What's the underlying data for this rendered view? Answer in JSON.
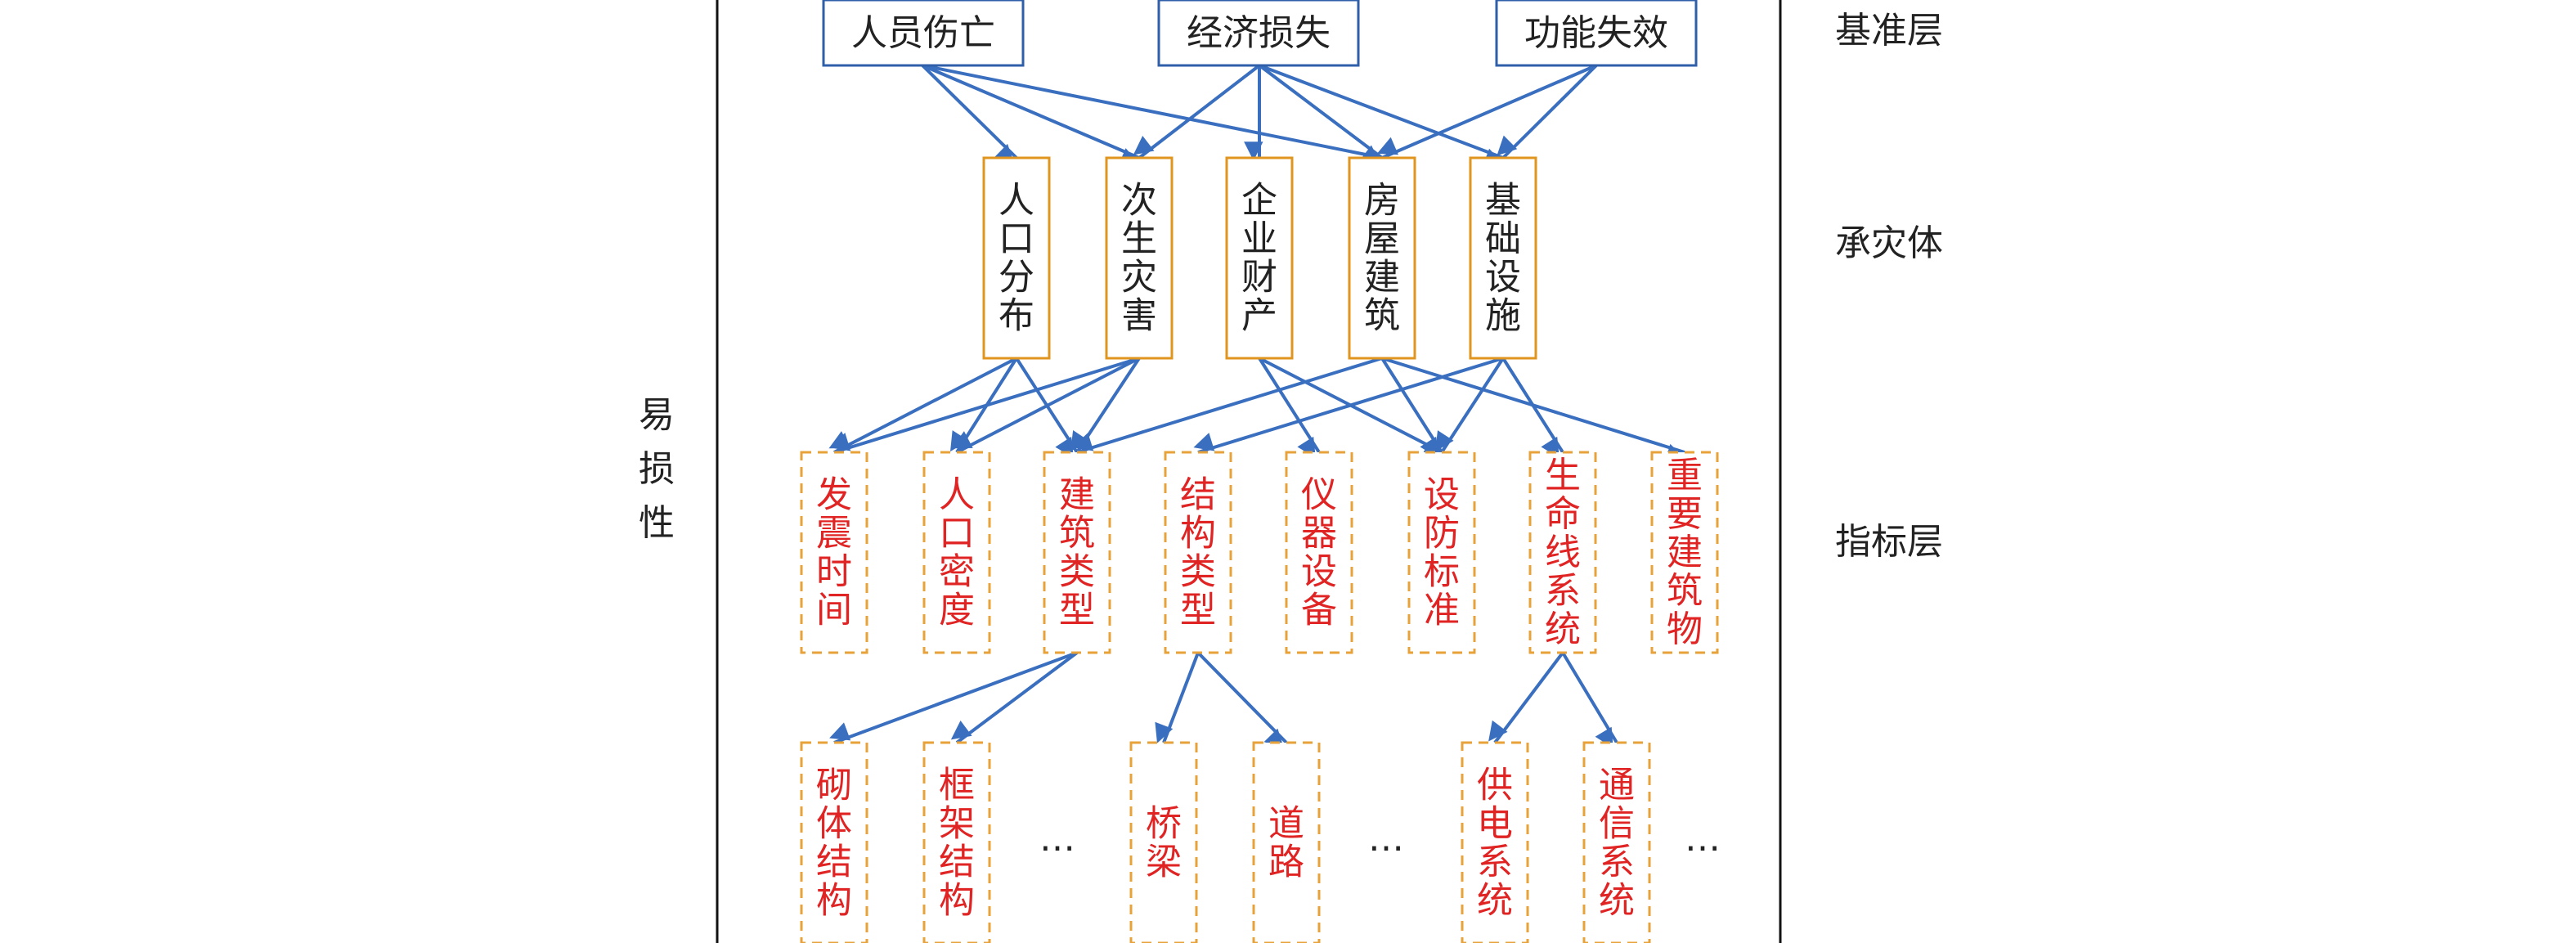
{
  "side_label": "易损性",
  "layers": {
    "criterion": "基准层",
    "carrier": "承灾体",
    "indicator": "指标层"
  },
  "criterion_nodes": [
    "人员伤亡",
    "经济损失",
    "功能失效"
  ],
  "carrier_nodes": [
    "人口分布",
    "次生灾害",
    "企业财产",
    "房屋建筑",
    "基础设施"
  ],
  "indicator_nodes": [
    "发震时间",
    "人口密度",
    "建筑类型",
    "结构类型",
    "仪器设备",
    "设防标准",
    "生命线系统",
    "重要建筑物"
  ],
  "sub_nodes": [
    "砌体结构",
    "框架结构",
    "桥梁",
    "道路",
    "供电系统",
    "通信系统"
  ],
  "ellipsis": "…",
  "colors": {
    "criterion_border": "#2f5fa8",
    "carrier_border": "#e0951e",
    "indicator_border": "#e8a23a",
    "indicator_text": "#e02424",
    "arrow": "#3a6fc0",
    "black_text": "#222222"
  }
}
